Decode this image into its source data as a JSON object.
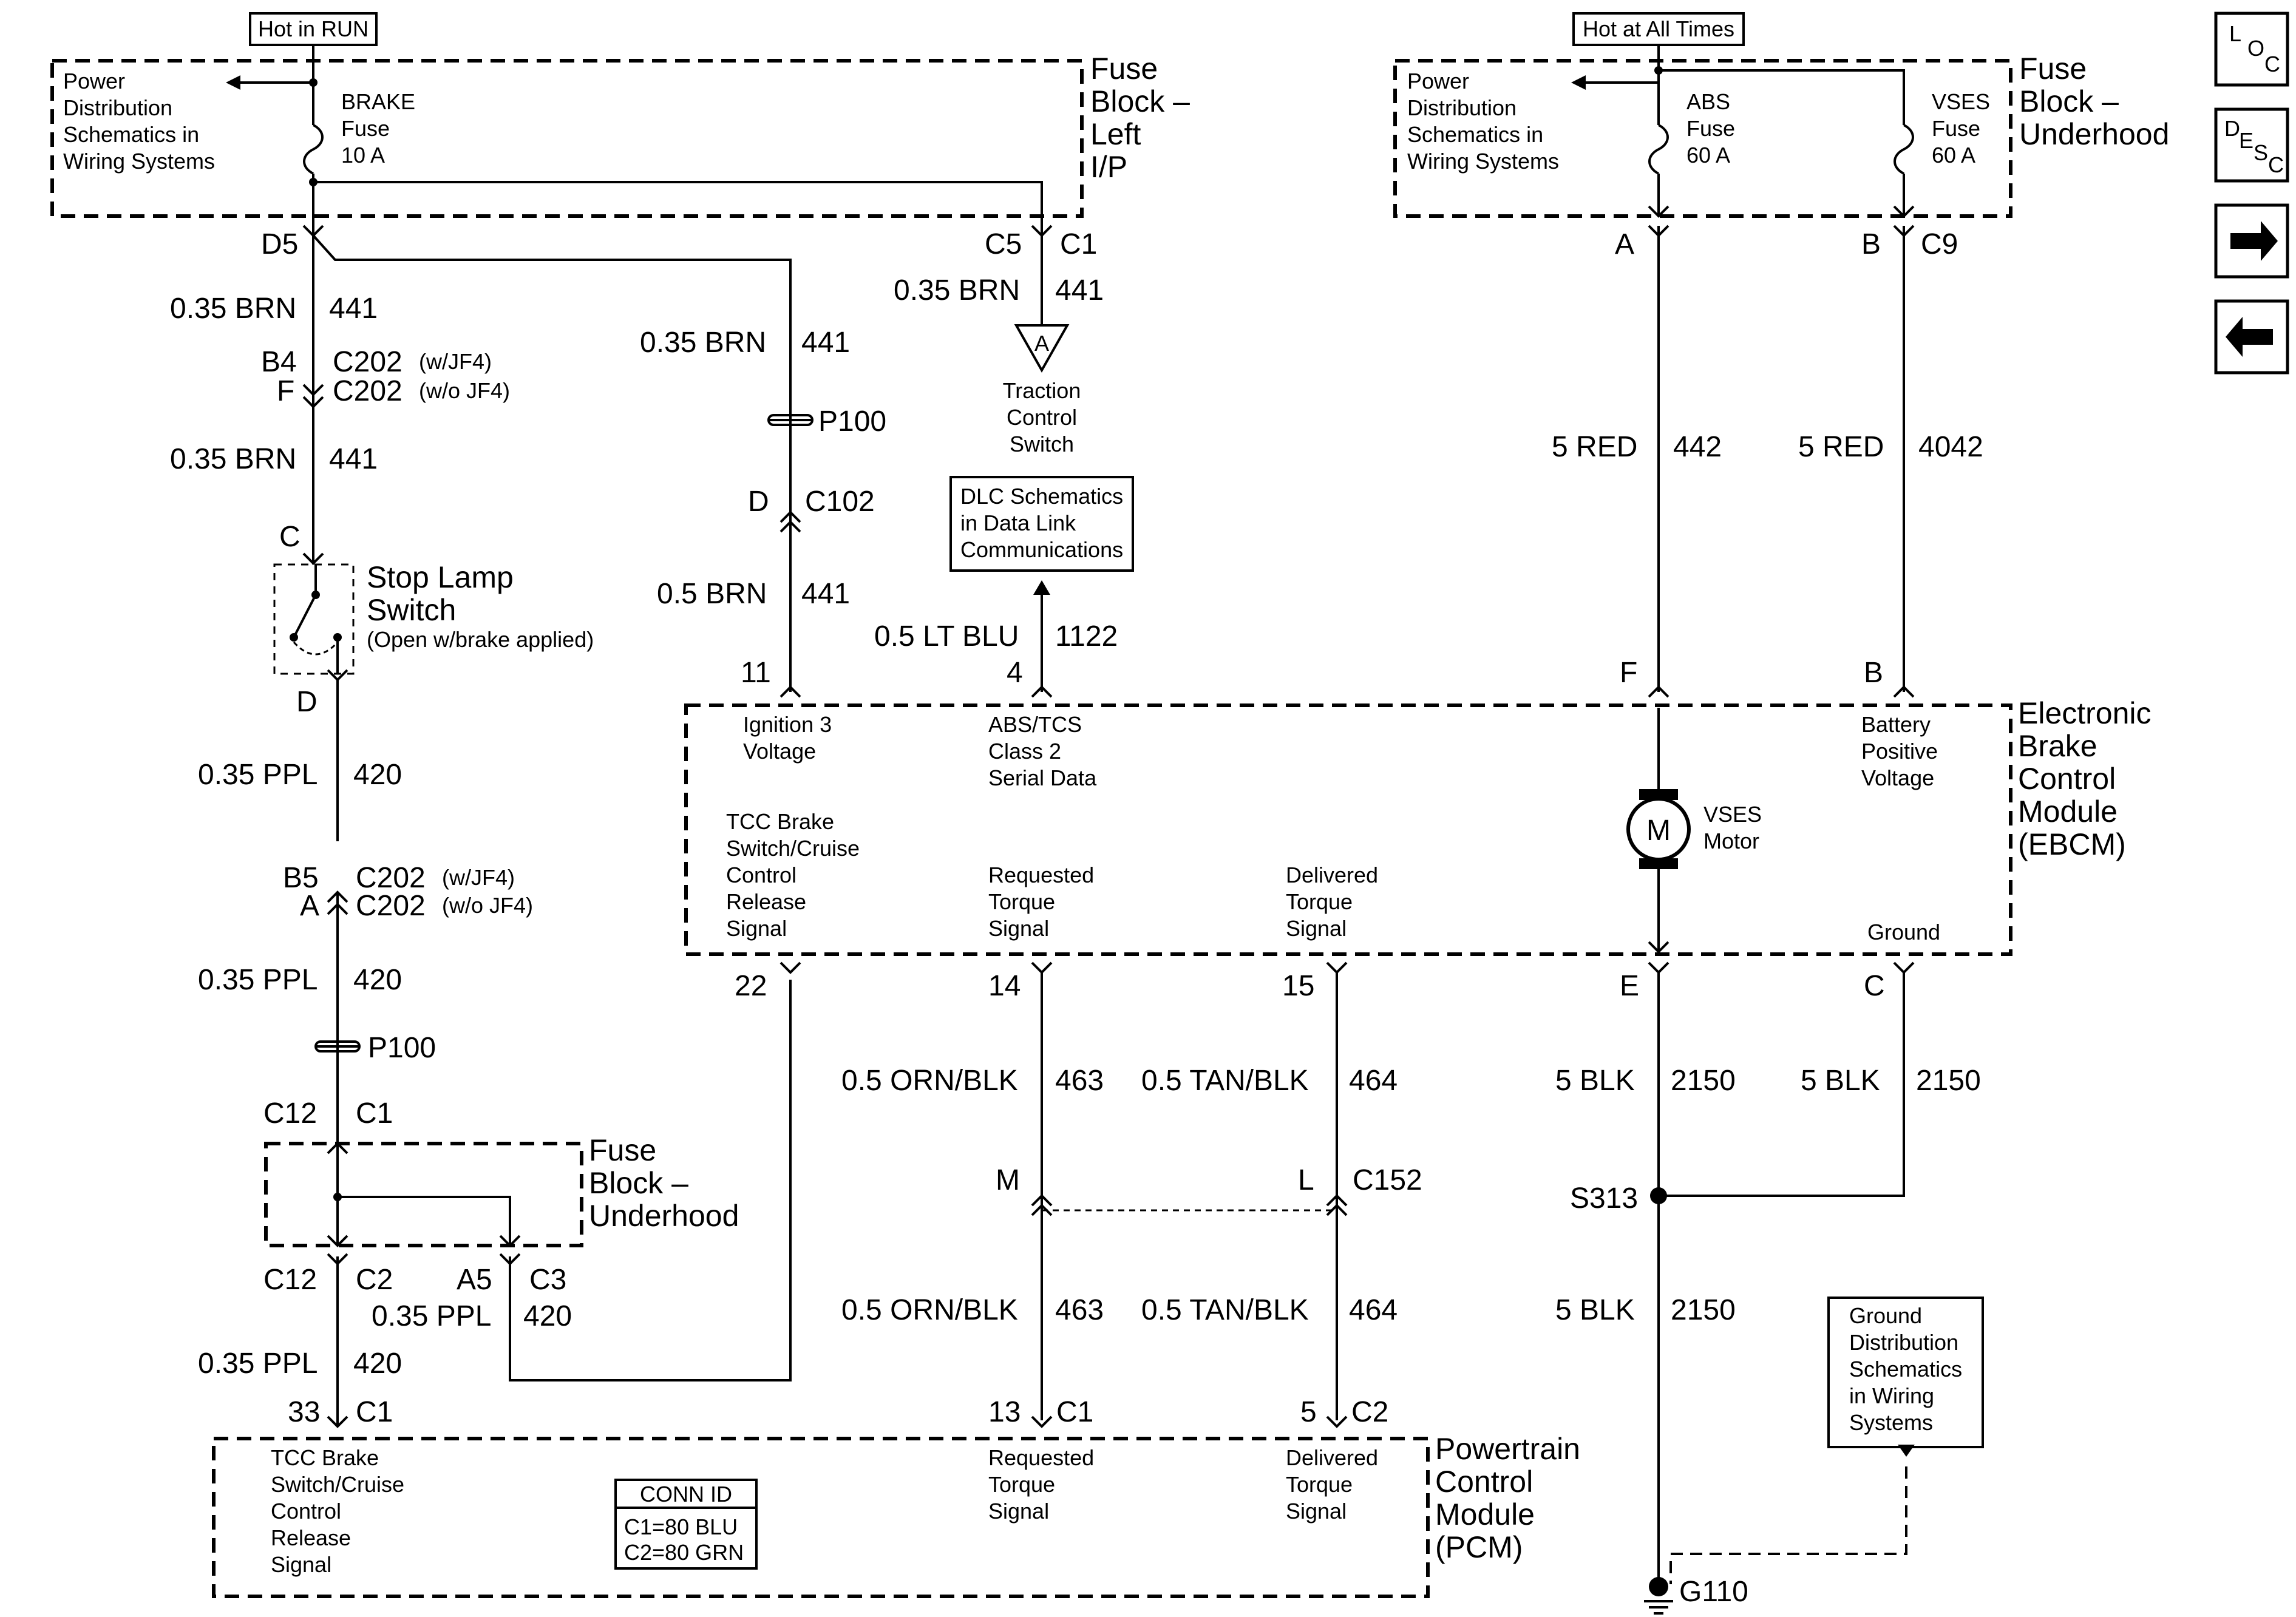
{
  "top_tags": {
    "hot_in_run": "Hot in RUN",
    "hot_at_all_times": "Hot at All Times"
  },
  "fuse_block_left": {
    "title_lines": [
      "Fuse",
      "Block –",
      "Left",
      "I/P"
    ],
    "pd_lines": [
      "Power",
      "Distribution",
      "Schematics in",
      "Wiring Systems"
    ],
    "fuse_lines": [
      "BRAKE",
      "Fuse",
      "10 A"
    ]
  },
  "fuse_block_underhood_top": {
    "title_lines": [
      "Fuse",
      "Block –",
      "Underhood"
    ],
    "pd_lines": [
      "Power",
      "Distribution",
      "Schematics in",
      "Wiring Systems"
    ],
    "abs_fuse_lines": [
      "ABS",
      "Fuse",
      "60 A"
    ],
    "vses_fuse_lines": [
      "VSES",
      "Fuse",
      "60 A"
    ]
  },
  "connectors": {
    "d5": "D5",
    "c5": "C5",
    "c1_top": "C1",
    "a_top": "A",
    "b_top": "B",
    "c9": "C9",
    "b4": "B4",
    "f_c202": "F",
    "c202_a": "C202",
    "c202_b": "C202",
    "w_jf4": "(w/JF4)",
    "wo_jf4": "(w/o JF4)",
    "c_switch": "C",
    "d_switch": "D",
    "b5": "B5",
    "a_c202": "A",
    "c202_c": "C202",
    "c202_d": "C202",
    "w_jf4_2": "(w/JF4)",
    "wo_jf4_2": "(w/o JF4)",
    "p100_a": "P100",
    "p100_b": "P100",
    "d_c102": "D",
    "c102": "C102",
    "c12_top": "C12",
    "c1_fb": "C1",
    "c12_bot": "C12",
    "c2_fb": "C2",
    "a5": "A5",
    "c3": "C3",
    "pin33": "33",
    "c1_pcm_a": "C1",
    "pin13": "13",
    "c1_pcm_b": "C1",
    "pin5": "5",
    "c2_pcm": "C2",
    "pin11": "11",
    "pin4": "4",
    "pin_f": "F",
    "pin_b": "B",
    "pin22": "22",
    "pin14": "14",
    "pin15": "15",
    "pin_e": "E",
    "pin_c": "C",
    "m_c152": "M",
    "l_c152": "L",
    "c152": "C152",
    "s313": "S313",
    "g110": "G110"
  },
  "wires": {
    "w_035brn_1": {
      "gauge": "0.35 BRN",
      "circuit": "441"
    },
    "w_035brn_2": {
      "gauge": "0.35 BRN",
      "circuit": "441"
    },
    "w_035brn_3": {
      "gauge": "0.35 BRN",
      "circuit": "441"
    },
    "w_035brn_4": {
      "gauge": "0.35 BRN",
      "circuit": "441"
    },
    "w_05brn": {
      "gauge": "0.5 BRN",
      "circuit": "441"
    },
    "w_05ltblu": {
      "gauge": "0.5 LT BLU",
      "circuit": "1122"
    },
    "w_5red_a": {
      "gauge": "5 RED",
      "circuit": "442"
    },
    "w_5red_b": {
      "gauge": "5 RED",
      "circuit": "4042"
    },
    "w_035ppl_1": {
      "gauge": "0.35 PPL",
      "circuit": "420"
    },
    "w_035ppl_2": {
      "gauge": "0.35 PPL",
      "circuit": "420"
    },
    "w_035ppl_3": {
      "gauge": "0.35 PPL",
      "circuit": "420"
    },
    "w_035ppl_4": {
      "gauge": "0.35 PPL",
      "circuit": "420"
    },
    "w_orn_1": {
      "gauge": "0.5 ORN/BLK",
      "circuit": "463"
    },
    "w_orn_2": {
      "gauge": "0.5 ORN/BLK",
      "circuit": "463"
    },
    "w_tan_1": {
      "gauge": "0.5 TAN/BLK",
      "circuit": "464"
    },
    "w_tan_2": {
      "gauge": "0.5 TAN/BLK",
      "circuit": "464"
    },
    "w_blk_1": {
      "gauge": "5 BLK",
      "circuit": "2150"
    },
    "w_blk_2": {
      "gauge": "5 BLK",
      "circuit": "2150"
    },
    "w_blk_3": {
      "gauge": "5 BLK",
      "circuit": "2150"
    }
  },
  "traction": {
    "tag": "A",
    "lines": [
      "Traction",
      "Control",
      "Switch"
    ]
  },
  "dlc": {
    "lines": [
      "DLC Schematics",
      "in Data Link",
      "Communications"
    ]
  },
  "stop_lamp": {
    "title_lines": [
      "Stop Lamp",
      "Switch"
    ],
    "note": "(Open w/brake applied)"
  },
  "fuse_block_underhood_bottom": {
    "title_lines": [
      "Fuse",
      "Block –",
      "Underhood"
    ]
  },
  "ebcm": {
    "title_lines": [
      "Electronic",
      "Brake",
      "Control",
      "Module",
      "(EBCM)"
    ],
    "ign_lines": [
      "Ignition 3",
      "Voltage"
    ],
    "abs_lines": [
      "ABS/TCS",
      "Class 2",
      "Serial Data"
    ],
    "batt_lines": [
      "Battery",
      "Positive",
      "Voltage"
    ],
    "tcc_lines": [
      "TCC Brake",
      "Switch/Cruise",
      "Control",
      "Release",
      "Signal"
    ],
    "req_lines": [
      "Requested",
      "Torque",
      "Signal"
    ],
    "del_lines": [
      "Delivered",
      "Torque",
      "Signal"
    ],
    "motor_symbol": "M",
    "motor_lines": [
      "VSES",
      "Motor"
    ],
    "ground": "Ground"
  },
  "pcm": {
    "title_lines": [
      "Powertrain",
      "Control",
      "Module",
      "(PCM)"
    ],
    "tcc_lines": [
      "TCC Brake",
      "Switch/Cruise",
      "Control",
      "Release",
      "Signal"
    ],
    "req_lines": [
      "Requested",
      "Torque",
      "Signal"
    ],
    "del_lines": [
      "Delivered",
      "Torque",
      "Signal"
    ],
    "conn_id": {
      "title": "CONN ID",
      "lines": [
        "C1=80 BLU",
        "C2=80 GRN"
      ]
    }
  },
  "ground_dist": {
    "lines": [
      "Ground",
      "Distribution",
      "Schematics",
      "in Wiring",
      "Systems"
    ]
  },
  "nav": {
    "loc": {
      "l": "L",
      "o": "O",
      "c": "C"
    },
    "desc": {
      "d": "D",
      "e": "E",
      "s": "S",
      "c": "C"
    },
    "next_icon": "arrow-right-icon",
    "prev_icon": "arrow-left-icon"
  }
}
